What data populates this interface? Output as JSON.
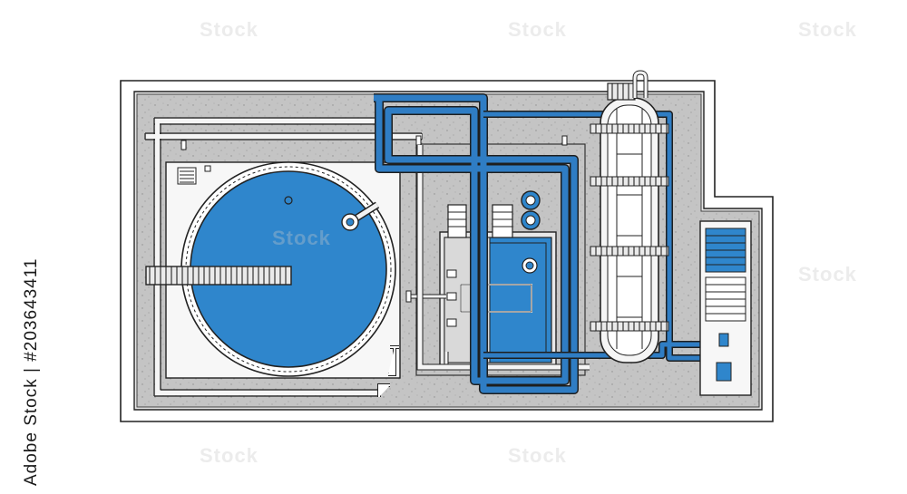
{
  "watermark": {
    "brand": "Stock"
  },
  "stock_id": "Adobe Stock | #203643411",
  "colors": {
    "water": "#2f86cc",
    "pipe_blue": "#2f7dc4",
    "floor": "#b8b8b8",
    "concrete": "#cfcfcf",
    "outline": "#1e1e1e",
    "white": "#ffffff"
  },
  "icons": {
    "clarifier": "circular-tank",
    "tower": "vertical-column",
    "pump": "pump-unit",
    "panel": "control-panel"
  }
}
